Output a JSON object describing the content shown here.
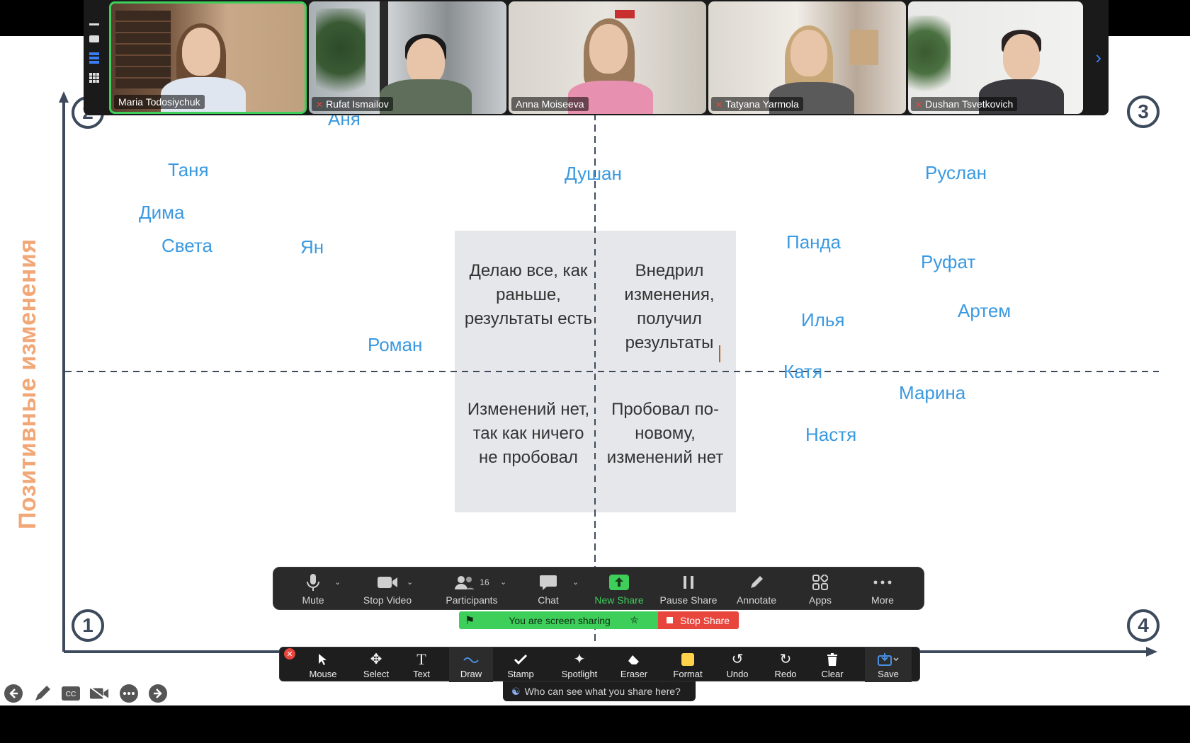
{
  "participants": [
    {
      "name": "Maria Todosiychuk",
      "muted": false,
      "active": true
    },
    {
      "name": "Rufat Ismailov",
      "muted": true,
      "active": false
    },
    {
      "name": "Anna Moiseeva",
      "muted": false,
      "active": false
    },
    {
      "name": "Tatyana Yarmola",
      "muted": true,
      "active": false
    },
    {
      "name": "Dushan Tsvetkovich",
      "muted": true,
      "active": false
    }
  ],
  "slide": {
    "y_axis_label": "Позитивные изменения",
    "quadrant_numbers": {
      "top_left": "2",
      "top_right": "3",
      "bottom_left": "1",
      "bottom_right": "4"
    },
    "quadrants": {
      "top_left": "Делаю все, как раньше, результаты есть",
      "top_right": "Внедрил изменения, получил результаты",
      "bottom_left": "Изменений нет, так как ничего не пробовал",
      "bottom_right": "Пробовал по-новому, изменений нет"
    },
    "names": [
      "Аня",
      "Таня",
      "Дима",
      "Света",
      "Ян",
      "Роман",
      "Душан",
      "Руслан",
      "Панда",
      "Руфат",
      "Илья",
      "Артем",
      "Катя",
      "Марина",
      "Настя"
    ]
  },
  "toolbar": {
    "mute": "Mute",
    "stop_video": "Stop Video",
    "participants": "Participants",
    "participants_count": "16",
    "chat": "Chat",
    "new_share": "New Share",
    "pause_share": "Pause Share",
    "annotate": "Annotate",
    "apps": "Apps",
    "more": "More"
  },
  "sharing": {
    "status": "You are screen sharing",
    "stop": "Stop Share"
  },
  "annotation": {
    "mouse": "Mouse",
    "select": "Select",
    "text": "Text",
    "draw": "Draw",
    "stamp": "Stamp",
    "spotlight": "Spotlight",
    "eraser": "Eraser",
    "format": "Format",
    "undo": "Undo",
    "redo": "Redo",
    "clear": "Clear",
    "save": "Save",
    "who_can_see": "Who can see what you share here?"
  },
  "colors": {
    "accent_green": "#3ecf5b",
    "stop_red": "#e8453c",
    "name_blue": "#3a99e0",
    "axis_orange": "#f2a777",
    "axis_dark": "#3d4a5c"
  }
}
